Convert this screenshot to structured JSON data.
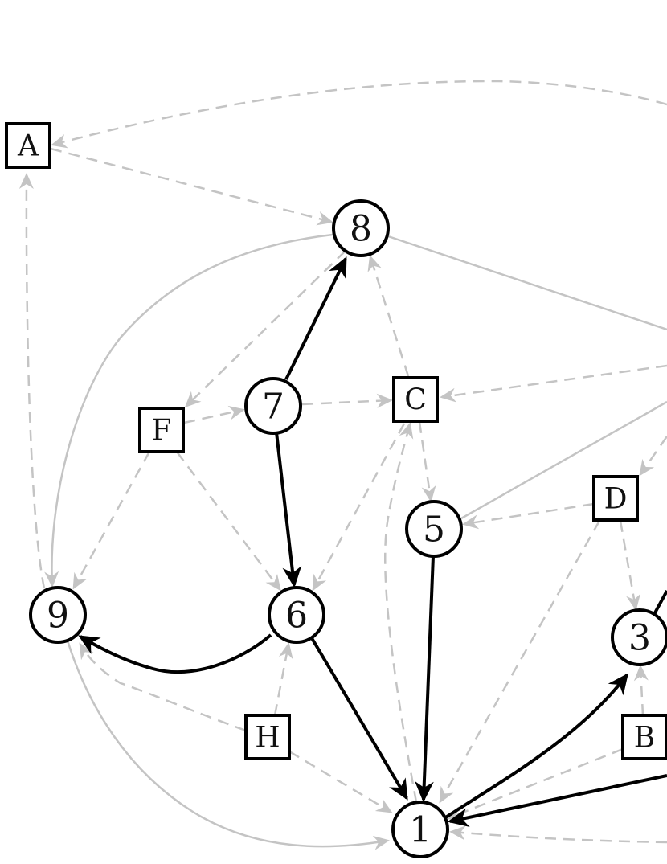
{
  "diagram": {
    "nodes": [
      {
        "id": "A",
        "label": "A",
        "shape": "square"
      },
      {
        "id": "8",
        "label": "8",
        "shape": "circle"
      },
      {
        "id": "7",
        "label": "7",
        "shape": "circle"
      },
      {
        "id": "C",
        "label": "C",
        "shape": "square"
      },
      {
        "id": "F",
        "label": "F",
        "shape": "square"
      },
      {
        "id": "5",
        "label": "5",
        "shape": "circle"
      },
      {
        "id": "D",
        "label": "D",
        "shape": "square"
      },
      {
        "id": "9",
        "label": "9",
        "shape": "circle"
      },
      {
        "id": "6",
        "label": "6",
        "shape": "circle"
      },
      {
        "id": "3",
        "label": "3",
        "shape": "circle"
      },
      {
        "id": "H",
        "label": "H",
        "shape": "square"
      },
      {
        "id": "B",
        "label": "B",
        "shape": "square"
      },
      {
        "id": "1",
        "label": "1",
        "shape": "circle"
      }
    ],
    "edges": [
      {
        "from": "7",
        "to": "8",
        "style": "black"
      },
      {
        "from": "7",
        "to": "6",
        "style": "black"
      },
      {
        "from": "6",
        "to": "9",
        "style": "black"
      },
      {
        "from": "6",
        "to": "1",
        "style": "black"
      },
      {
        "from": "5",
        "to": "1",
        "style": "black"
      },
      {
        "from": "1",
        "to": "3",
        "style": "black"
      },
      {
        "from": "3",
        "to": "offscreen-right",
        "style": "black"
      },
      {
        "from": "offscreen-right",
        "to": "1",
        "style": "black"
      },
      {
        "from": "8",
        "to": "offscreen-right",
        "style": "gray"
      },
      {
        "from": "8",
        "to": "9",
        "style": "gray"
      },
      {
        "from": "9",
        "to": "1",
        "style": "gray"
      },
      {
        "from": "5",
        "to": "offscreen-right",
        "style": "gray"
      },
      {
        "from": "A",
        "to": "8",
        "style": "dashed"
      },
      {
        "from": "9",
        "to": "A",
        "style": "dashed"
      },
      {
        "from": "offscreen-right",
        "to": "A",
        "style": "dashed"
      },
      {
        "from": "8",
        "to": "F",
        "style": "dashed"
      },
      {
        "from": "C",
        "to": "8",
        "style": "dashed"
      },
      {
        "from": "F",
        "to": "7",
        "style": "dashed"
      },
      {
        "from": "7",
        "to": "C",
        "style": "dashed"
      },
      {
        "from": "offscreen-right",
        "to": "C",
        "style": "dashed"
      },
      {
        "from": "C",
        "to": "5",
        "style": "dashed"
      },
      {
        "from": "C",
        "to": "6",
        "style": "dashed"
      },
      {
        "from": "1",
        "to": "C",
        "style": "dashed"
      },
      {
        "from": "F",
        "to": "9",
        "style": "dashed"
      },
      {
        "from": "F",
        "to": "6",
        "style": "dashed"
      },
      {
        "from": "D",
        "to": "5",
        "style": "dashed"
      },
      {
        "from": "D",
        "to": "1",
        "style": "dashed"
      },
      {
        "from": "D",
        "to": "3",
        "style": "dashed"
      },
      {
        "from": "offscreen-right",
        "to": "D",
        "style": "dashed"
      },
      {
        "from": "H",
        "to": "9",
        "style": "dashed"
      },
      {
        "from": "H",
        "to": "6",
        "style": "dashed"
      },
      {
        "from": "H",
        "to": "1",
        "style": "dashed"
      },
      {
        "from": "B",
        "to": "3",
        "style": "dashed"
      },
      {
        "from": "B",
        "to": "1",
        "style": "dashed"
      },
      {
        "from": "offscreen-right",
        "to": "1",
        "style": "dashed"
      }
    ],
    "colors": {
      "black_edge": "#000000",
      "gray_edge": "#c4c4c4",
      "node_fill": "#ffffff",
      "node_stroke": "#000000"
    }
  }
}
